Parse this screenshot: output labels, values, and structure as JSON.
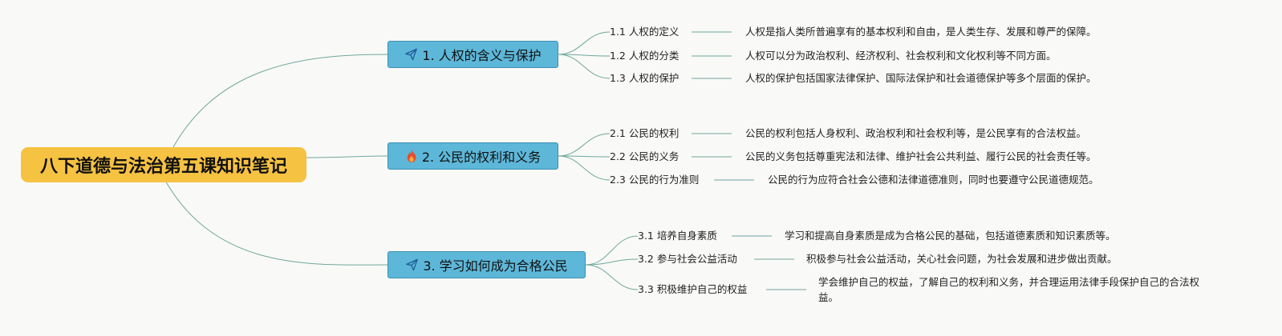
{
  "root": {
    "title": "八下道德与法治第五课知识笔记"
  },
  "colors": {
    "root": "#f6c242",
    "branch": "#5db7d9",
    "line": "#6fa89a"
  },
  "branches": [
    {
      "icon": "paper-plane-icon",
      "label": "1. 人权的含义与保护",
      "items": [
        {
          "label": "1.1 人权的定义",
          "desc": "人权是指人类所普遍享有的基本权利和自由，是人类生存、发展和尊严的保障。"
        },
        {
          "label": "1.2 人权的分类",
          "desc": "人权可以分为政治权利、经济权利、社会权利和文化权利等不同方面。"
        },
        {
          "label": "1.3 人权的保护",
          "desc": "人权的保护包括国家法律保护、国际法保护和社会道德保护等多个层面的保护。"
        }
      ]
    },
    {
      "icon": "fire-icon",
      "label": "2. 公民的权利和义务",
      "items": [
        {
          "label": "2.1 公民的权利",
          "desc": "公民的权利包括人身权利、政治权利和社会权利等，是公民享有的合法权益。"
        },
        {
          "label": "2.2 公民的义务",
          "desc": "公民的义务包括尊重宪法和法律、维护社会公共利益、履行公民的社会责任等。"
        },
        {
          "label": "2.3 公民的行为准则",
          "desc": "公民的行为应符合社会公德和法律道德准则，同时也要遵守公民道德规范。"
        }
      ]
    },
    {
      "icon": "paper-plane-icon",
      "label": "3. 学习如何成为合格公民",
      "items": [
        {
          "label": "3.1 培养自身素质",
          "desc": "学习和提高自身素质是成为合格公民的基础，包括道德素质和知识素质等。"
        },
        {
          "label": "3.2 参与社会公益活动",
          "desc": "积极参与社会公益活动，关心社会问题，为社会发展和进步做出贡献。"
        },
        {
          "label": "3.3 积极维护自己的权益",
          "desc": "学会维护自己的权益，了解自己的权利和义务，并合理运用法律手段保护自己的合法权益。"
        }
      ]
    }
  ]
}
